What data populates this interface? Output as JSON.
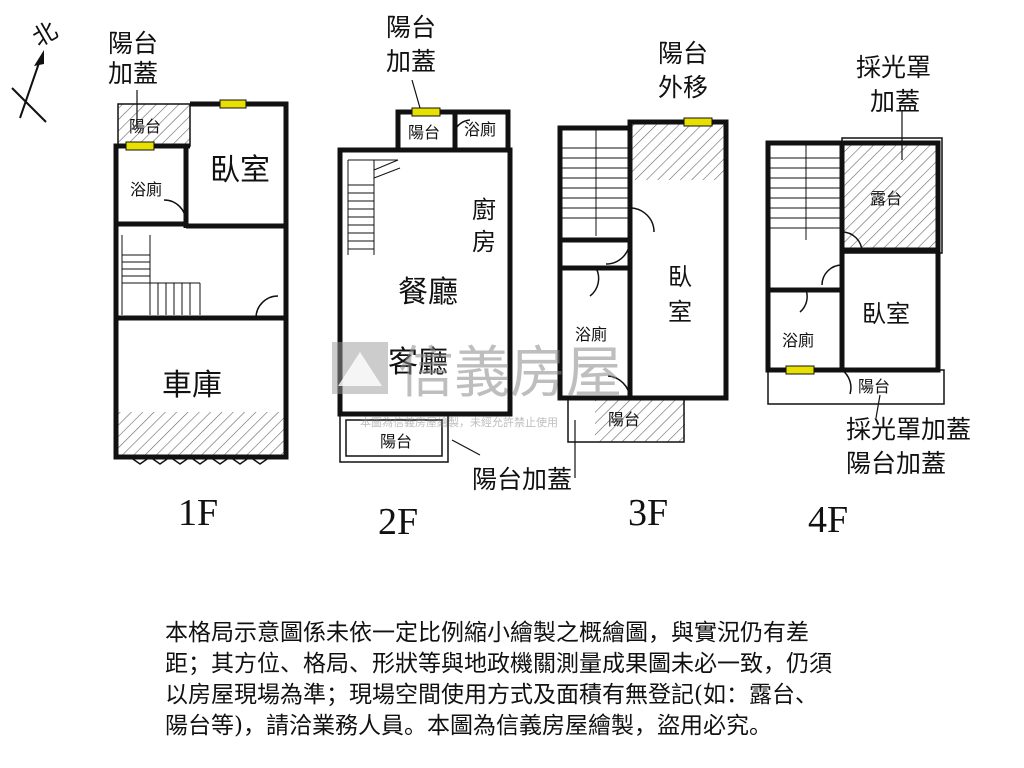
{
  "compass": {
    "label": "北",
    "icon": "north-arrow-icon"
  },
  "watermark": {
    "brand": "信義房屋",
    "fine_print": "本圖為信義房屋繪製，未經允許禁止使用"
  },
  "floors": [
    {
      "id": "1F",
      "label": "1F",
      "rooms": {
        "balcony": "陽台",
        "bedroom": "臥室",
        "bathroom": "浴廁",
        "garage": "車庫"
      },
      "callouts": {
        "balcony_cover_l1": "陽台",
        "balcony_cover_l2": "加蓋"
      }
    },
    {
      "id": "2F",
      "label": "2F",
      "rooms": {
        "balcony_rear": "陽台",
        "bathroom": "浴廁",
        "kitchen_l1": "廚",
        "kitchen_l2": "房",
        "dining": "餐廳",
        "living": "客廳",
        "balcony_front": "陽台"
      },
      "callouts": {
        "balcony_cover_top_l1": "陽台",
        "balcony_cover_top_l2": "加蓋",
        "balcony_cover_front": "陽台加蓋"
      }
    },
    {
      "id": "3F",
      "label": "3F",
      "rooms": {
        "bedroom_l1": "臥",
        "bedroom_l2": "室",
        "bathroom": "浴廁",
        "balcony": "陽台"
      },
      "callouts": {
        "balcony_moved_l1": "陽台",
        "balcony_moved_l2": "外移",
        "balcony_cover_front": "陽台加蓋"
      }
    },
    {
      "id": "4F",
      "label": "4F",
      "rooms": {
        "terrace": "露台",
        "bedroom": "臥室",
        "bathroom": "浴廁",
        "balcony": "陽台"
      },
      "callouts": {
        "skylight_cover_l1": "採光罩",
        "skylight_cover_l2": "加蓋",
        "skylight_balcony_l1": "採光罩加蓋",
        "skylight_balcony_l2": "陽台加蓋"
      }
    }
  ],
  "disclaimer": {
    "lines": [
      "本格局示意圖係未依一定比例縮小繪製之概繪圖，與實況仍有差",
      "距；其方位、格局、形狀等與地政機關測量成果圖未必一致，仍須",
      "以房屋現場為準；現場空間使用方式及面積有無登記(如：露台、",
      "陽台等)，請洽業務人員。本圖為信義房屋繪製，盜用必究。"
    ]
  },
  "colors": {
    "line": "#111111",
    "window": "#e8e000",
    "hatch": "#666666",
    "watermark": "#8a8a8a"
  }
}
